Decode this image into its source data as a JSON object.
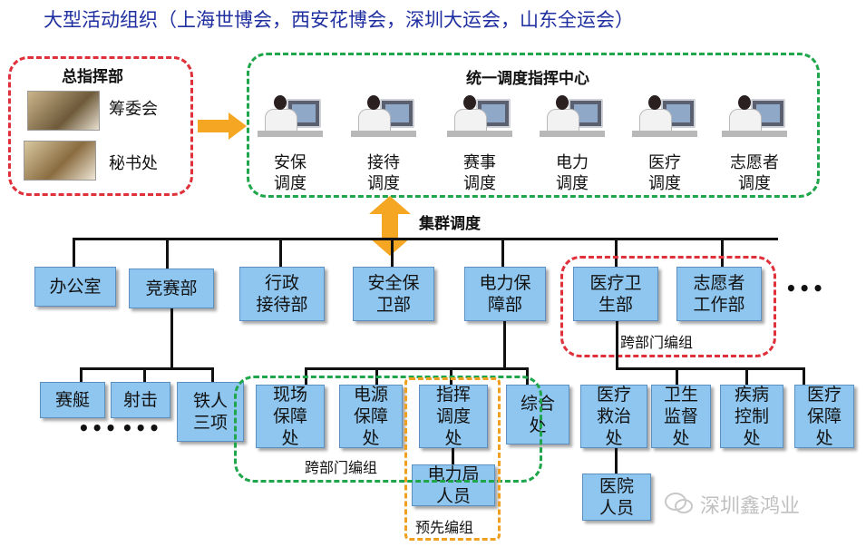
{
  "title": "大型活动组织（上海世博会，西安花博会，深圳大运会，山东全运会）",
  "hq": {
    "title": "总指挥部",
    "items": [
      "筹委会",
      "秘书处"
    ]
  },
  "center": {
    "title": "统一调度指挥中心",
    "stations": [
      {
        "l1": "安保",
        "l2": "调度"
      },
      {
        "l1": "接待",
        "l2": "调度"
      },
      {
        "l1": "赛事",
        "l2": "调度"
      },
      {
        "l1": "电力",
        "l2": "调度"
      },
      {
        "l1": "医疗",
        "l2": "调度"
      },
      {
        "l1": "志愿者",
        "l2": "调度"
      }
    ]
  },
  "cluster_label": "集群调度",
  "departments": [
    "办公室",
    "竞赛部",
    "行政\n接待部",
    "安全保\n卫部",
    "电力保\n障部",
    "医疗卫\n生部",
    "志愿者\n工作部"
  ],
  "more": "•••",
  "cross_dept_1": "跨部门编组",
  "competition_units": [
    "赛艇",
    "射击",
    "铁人\n三项"
  ],
  "power_units": [
    "现场\n保障\n处",
    "电源\n保障\n处",
    "指挥\n调度\n处",
    "综合\n处"
  ],
  "power_bureau": "电力局\n人员",
  "cross_dept_2": "跨部门编组",
  "pre_group": "预先编组",
  "medical_units": [
    "医疗\n救治\n处",
    "卫生\n监督\n处",
    "疾病\n控制\n处",
    "医疗\n保障\n处"
  ],
  "hospital": "医院\n人员",
  "watermark": "深圳鑫鸿业",
  "colors": {
    "box": "#8ec6f0",
    "title": "#1f2fa0",
    "red": "#e0303a",
    "green": "#1fa64a",
    "orange": "#f0a020",
    "arrow": "#f5a623"
  }
}
